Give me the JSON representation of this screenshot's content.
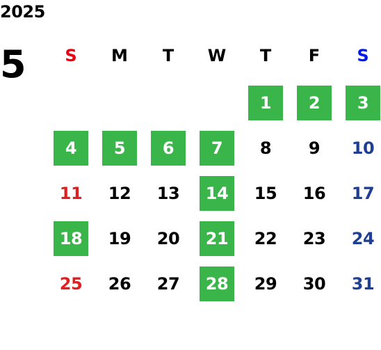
{
  "calendar": {
    "year": "2025",
    "month": "5",
    "weekdays": [
      "S",
      "M",
      "T",
      "W",
      "T",
      "F",
      "S"
    ],
    "colors": {
      "sunday_header": "#e60012",
      "saturday_header": "#0019e6",
      "sunday_date": "#e02020",
      "saturday_date": "#1f3f94",
      "weekday": "#000000",
      "highlight_bg": "#3ab54a",
      "highlight_text": "#ffffff"
    },
    "weeks": [
      [
        "",
        "",
        "",
        "",
        "1",
        "2",
        "3"
      ],
      [
        "4",
        "5",
        "6",
        "7",
        "8",
        "9",
        "10"
      ],
      [
        "11",
        "12",
        "13",
        "14",
        "15",
        "16",
        "17"
      ],
      [
        "18",
        "19",
        "20",
        "21",
        "22",
        "23",
        "24"
      ],
      [
        "25",
        "26",
        "27",
        "28",
        "29",
        "30",
        "31"
      ]
    ],
    "highlighted": [
      "1",
      "2",
      "3",
      "4",
      "5",
      "6",
      "7",
      "14",
      "18",
      "21",
      "28"
    ]
  }
}
